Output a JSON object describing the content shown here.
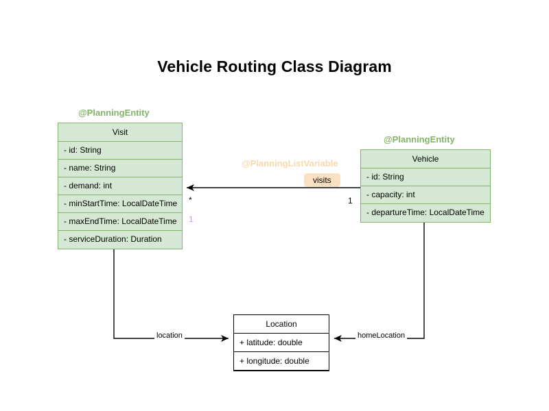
{
  "title": "Vehicle Routing Class Diagram",
  "colors": {
    "class_fill": "#d5e8d4",
    "class_stroke": "#82b366",
    "plain_fill": "#ffffff",
    "plain_stroke": "#000000",
    "annotation_entity": "#82b366",
    "annotation_listvar": "#fad7ac",
    "badge_fill": "#fbe0c3",
    "edge_stroke": "#000000",
    "muted_multiplicity": "#c3a4d4",
    "background": "#ffffff"
  },
  "classes": [
    {
      "id": "visit",
      "name": "Visit",
      "annotation": "@PlanningEntity",
      "style": "entity",
      "attributes": [
        "- id: String",
        "- name: String",
        "- demand: int",
        "- minStartTime: LocalDateTime",
        "- maxEndTime: LocalDateTime",
        "- serviceDuration: Duration"
      ]
    },
    {
      "id": "vehicle",
      "name": "Vehicle",
      "annotation": "@PlanningEntity",
      "style": "entity",
      "attributes": [
        "- id: String",
        "- capacity: int",
        "- departureTime: LocalDateTime"
      ]
    },
    {
      "id": "location",
      "name": "Location",
      "annotation": "",
      "style": "plain",
      "attributes": [
        "+ latitude: double",
        "+ longitude: double"
      ]
    }
  ],
  "relationships": [
    {
      "id": "visits",
      "label": "visits",
      "annotation": "@PlanningListVariable",
      "source": "vehicle",
      "target": "visit",
      "source_multiplicity": "1",
      "target_multiplicity": "*",
      "extra_multiplicity": "1"
    },
    {
      "id": "location-edge",
      "label": "location",
      "annotation": "",
      "source": "visit",
      "target": "location",
      "source_multiplicity": "",
      "target_multiplicity": ""
    },
    {
      "id": "homelocation-edge",
      "label": "homeLocation",
      "annotation": "",
      "source": "vehicle",
      "target": "location",
      "source_multiplicity": "",
      "target_multiplicity": ""
    }
  ]
}
